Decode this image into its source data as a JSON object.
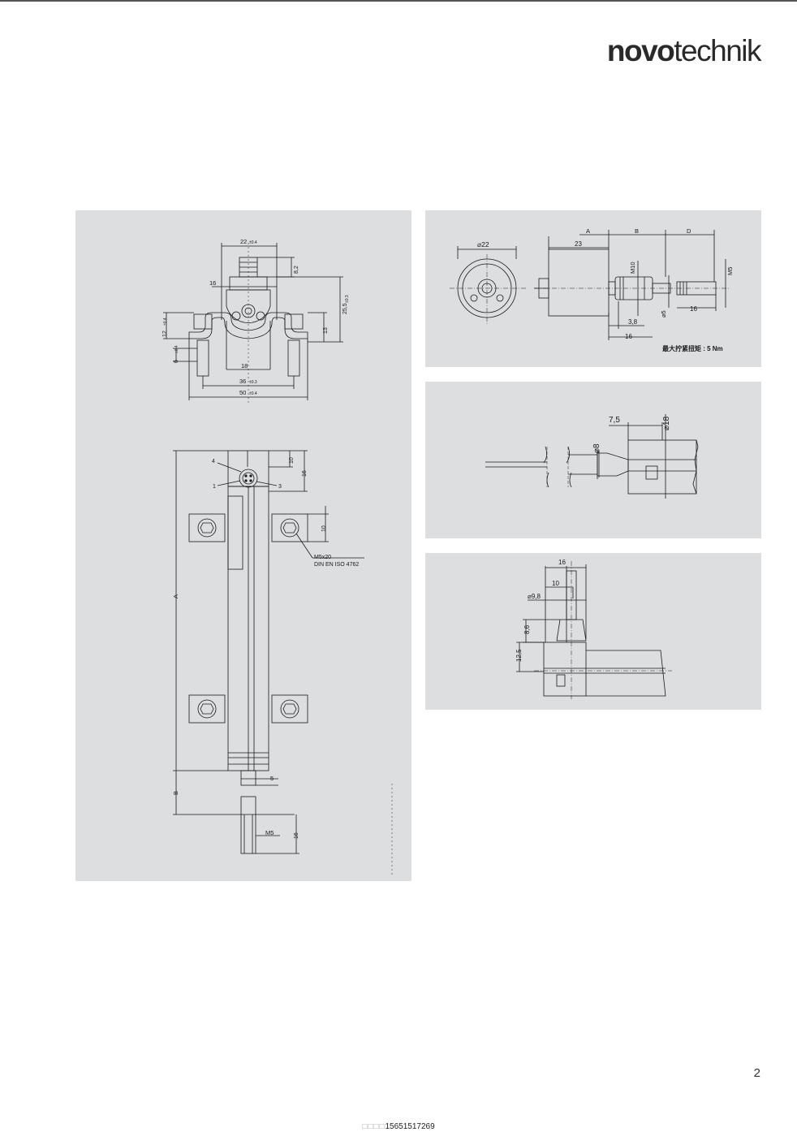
{
  "brand": {
    "bold": "novo",
    "light": "technik"
  },
  "page_number": "2",
  "footer": {
    "marker": "□□□□",
    "phone": "15651517269"
  },
  "drawing_left": {
    "dim_22": "22",
    "tol_22": "±0.4",
    "dim_8_2": "8,2",
    "dim_16a": "16",
    "dim_25_5": "25,5",
    "tol_25_5": "±0.3",
    "dim_12": "12",
    "tol_12": "±0.4",
    "dim_13": "13",
    "dim_6": "6",
    "tol_6": "±0.4",
    "dim_18": "18",
    "dim_36": "36",
    "tol_36": "±0.3",
    "dim_50": "50",
    "tol_50": "±0.4",
    "pin_4": "4",
    "pin_1": "1",
    "pin_3": "3",
    "dim_10a": "10",
    "dim_16b": "16",
    "dim_10b": "10",
    "screw_1": "M5x20",
    "screw_2": "DIN EN ISO 4762",
    "label_A": "A",
    "label_B": "B",
    "dim_5": "5",
    "thread": "M5",
    "dim_16c": "16"
  },
  "drawing_r1": {
    "dia_22": "22",
    "col_A": "A",
    "col_B": "B",
    "col_D": "D",
    "dim_23": "23",
    "thread_m10": "M10",
    "thread_m5": "M5",
    "dia_5": "5",
    "dim_16a": "16",
    "dim_3_8": "3,8",
    "dim_16b": "16",
    "note": "最大拧紧扭矩 : 5 Nm"
  },
  "drawing_r2": {
    "dim_7_5": "7,5",
    "dia_18": "18",
    "dia_8": "8"
  },
  "drawing_r3": {
    "dim_16": "16",
    "dim_10": "10",
    "dia_9_8": "9,8",
    "dim_8_6": "8,6",
    "dim_12_5": "12,5"
  }
}
